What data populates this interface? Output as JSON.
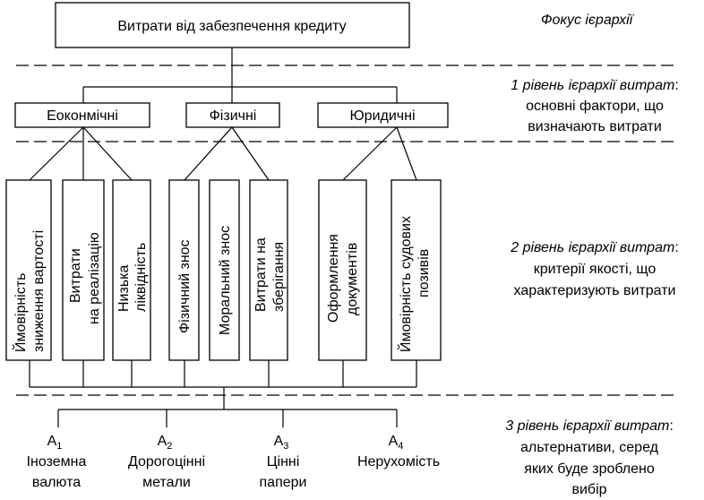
{
  "focus": {
    "title": "Витрати від забезпечення кредиту"
  },
  "level1": {
    "factors": [
      "Еоконмічні",
      "Фізичні",
      "Юридичні"
    ]
  },
  "level2": {
    "criteria": [
      [
        "Ймовірність",
        "зниження вартості"
      ],
      [
        "Витрати",
        "на реалізацію"
      ],
      [
        "Низька",
        "ліквідність"
      ],
      [
        "Фізичний знос"
      ],
      [
        "Моральний знос"
      ],
      [
        "Витрати на",
        "зберігання"
      ],
      [
        "Оформлення",
        "документів"
      ],
      [
        "Ймовірність судових",
        "позивів"
      ]
    ]
  },
  "alternatives": [
    {
      "letter": "A",
      "index": "1",
      "line1": "Іноземна",
      "line2": "валюта"
    },
    {
      "letter": "A",
      "index": "2",
      "line1": "Дорогоцінні",
      "line2": "метали"
    },
    {
      "letter": "A",
      "index": "3",
      "line1": "Цінні",
      "line2": "папери"
    },
    {
      "letter": "A",
      "index": "4",
      "line1": "Нерухомість",
      "line2": ""
    }
  ],
  "legend": {
    "focus": "Фокус ієрархії",
    "level1": {
      "title": "1 рівень ієрархії витрат",
      "colon": ":",
      "lines": [
        "основні фактори, що",
        "визначають  витрати"
      ]
    },
    "level2": {
      "title": "2 рівень ієрархії витрат",
      "colon": ":",
      "lines": [
        "критерії якості, що",
        "характеризують  витрати"
      ]
    },
    "level3": {
      "title": "3 рівень ієрархії витрат",
      "colon": ":",
      "lines": [
        "альтернативи, серед",
        "яких буде зроблено",
        "вибір"
      ]
    }
  }
}
